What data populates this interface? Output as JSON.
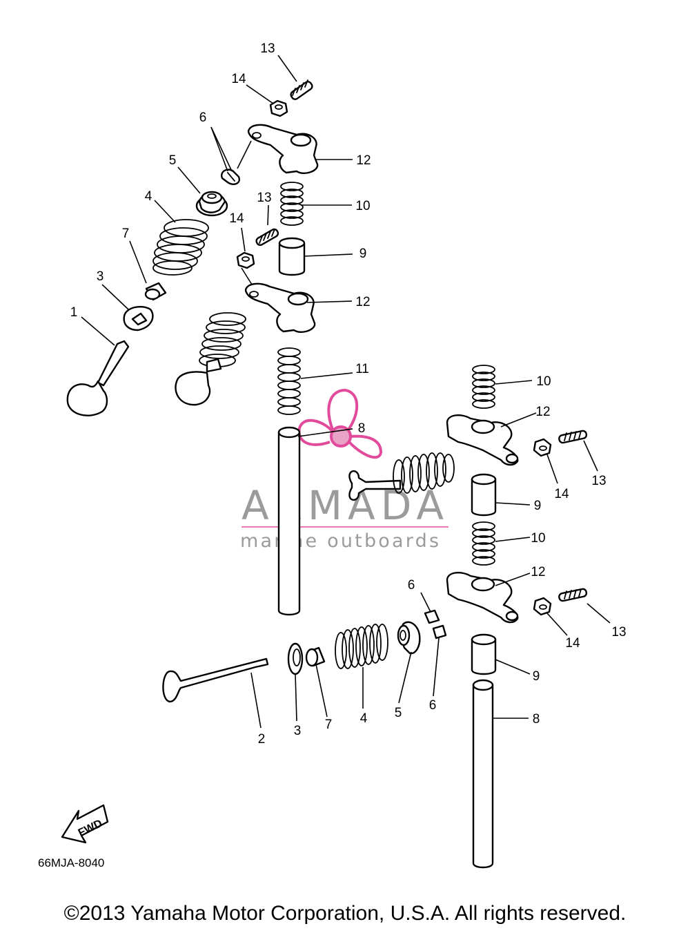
{
  "diagram_code": "66MJA-8040",
  "copyright": "©2013 Yamaha Motor Corporation, U.S.A. All rights reserved.",
  "fwd_label": "FWD",
  "watermark": {
    "brand": "ARMADA",
    "tagline": "marine outboards",
    "accent_color": "#e24b9c"
  },
  "callouts": {
    "c13a": "13",
    "c14a": "14",
    "c6a": "6",
    "c12a": "12",
    "c5a": "5",
    "c4a": "4",
    "c13b": "13",
    "c10a": "10",
    "c14b": "14",
    "c7a": "7",
    "c9a": "9",
    "c3a": "3",
    "c12b": "12",
    "c1": "1",
    "c11": "11",
    "c10b": "10",
    "c12c": "12",
    "c8a": "8",
    "c13c": "13",
    "c14c": "14",
    "c9b": "9",
    "c10c": "10",
    "c12d": "12",
    "c6b": "6",
    "c13d": "13",
    "c14d": "14",
    "c9c": "9",
    "c2": "2",
    "c3b": "3",
    "c7b": "7",
    "c4b": "4",
    "c5b": "5",
    "c6c": "6",
    "c8b": "8"
  }
}
